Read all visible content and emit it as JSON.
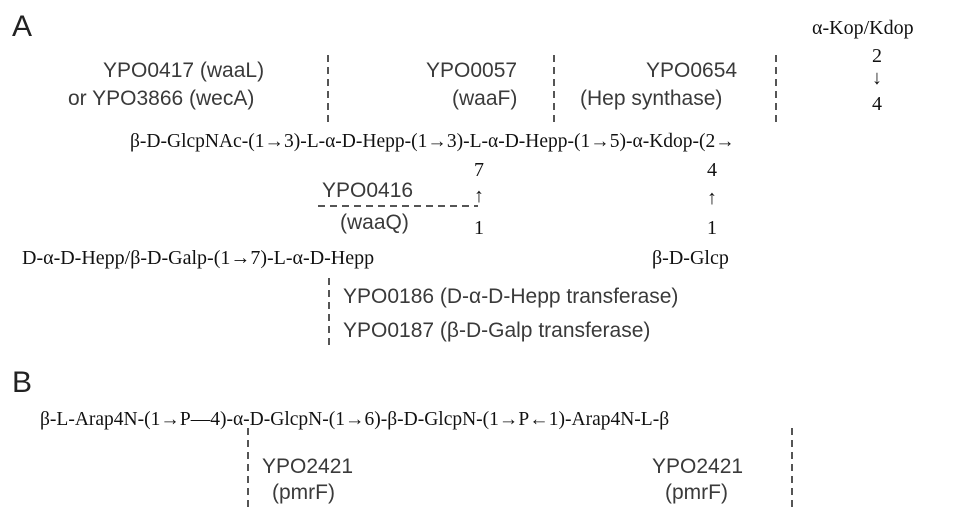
{
  "panels": {
    "a": "A",
    "b": "B"
  },
  "panel_a": {
    "kop_label": "α-Kop/Kdop",
    "kop_link_top": "2",
    "kop_link_bottom": "4",
    "gene_waaL_line1": "YPO0417 (waaL)",
    "gene_waaL_line2": "or YPO3866 (wecA)",
    "gene_waaF_line1": "YPO0057",
    "gene_waaF_line2": "(waaF)",
    "gene_hep_line1": "YPO0654",
    "gene_hep_line2": "(Hep synthase)",
    "main_chain": "β-D-GlcpNAc-(1→3)-L-α-D-Hepp-(1→3)-L-α-D-Hepp-(1→5)-α-Kdop-(2→",
    "branch1_top": "7",
    "branch1_bottom": "1",
    "gene_waaQ_line1": "YPO0416",
    "gene_waaQ_line2": "(waaQ)",
    "branch2_top": "4",
    "branch2_bottom": "1",
    "lower_chain": "D-α-D-Hepp/β-D-Galp-(1→7)-L-α-D-Hepp",
    "glc_label": "β-D-Glcp",
    "gene_0186": "YPO0186 (D-α-D-Hepp transferase)",
    "gene_0187": "YPO0187 (β-D-Galp transferase)"
  },
  "panel_b": {
    "chain": "β-L-Arap4N-(1→P—4)-α-D-GlcpN-(1→6)-β-D-GlcpN-(1→P←1)-Arap4N-L-β",
    "gene_left_line1": "YPO2421",
    "gene_left_line2": "(pmrF)",
    "gene_right_line1": "YPO2421",
    "gene_right_line2": "(pmrF)"
  }
}
